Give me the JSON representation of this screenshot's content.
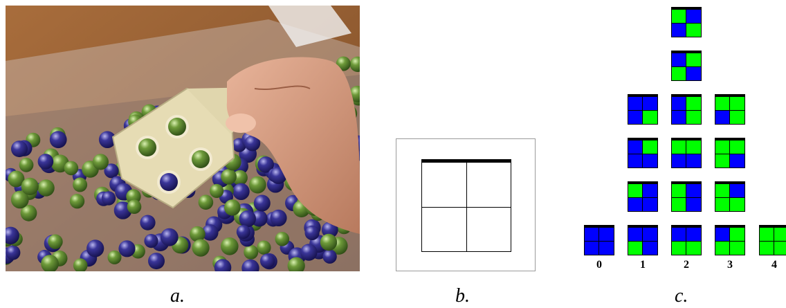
{
  "panel_labels": {
    "a": "a.",
    "b": "b.",
    "c": "c."
  },
  "colors": {
    "marble_blue": "#0000ff",
    "marble_green": "#00ff00"
  },
  "panel_c": {
    "columns": [
      {
        "label": "0",
        "tiles": [
          [
            "b",
            "b",
            "b",
            "b"
          ]
        ]
      },
      {
        "label": "1",
        "tiles": [
          [
            "b",
            "b",
            "g",
            "b"
          ],
          [
            "g",
            "b",
            "b",
            "b"
          ],
          [
            "b",
            "g",
            "b",
            "b"
          ],
          [
            "b",
            "b",
            "b",
            "g"
          ]
        ]
      },
      {
        "label": "2",
        "tiles": [
          [
            "b",
            "b",
            "g",
            "g"
          ],
          [
            "g",
            "b",
            "g",
            "b"
          ],
          [
            "g",
            "g",
            "b",
            "b"
          ],
          [
            "b",
            "g",
            "b",
            "g"
          ],
          [
            "b",
            "g",
            "g",
            "b"
          ],
          [
            "g",
            "b",
            "b",
            "g"
          ]
        ]
      },
      {
        "label": "3",
        "tiles": [
          [
            "b",
            "g",
            "g",
            "g"
          ],
          [
            "g",
            "b",
            "g",
            "g"
          ],
          [
            "g",
            "g",
            "g",
            "b"
          ],
          [
            "g",
            "g",
            "b",
            "g"
          ]
        ]
      },
      {
        "label": "4",
        "tiles": [
          [
            "g",
            "g",
            "g",
            "g"
          ]
        ]
      }
    ]
  }
}
